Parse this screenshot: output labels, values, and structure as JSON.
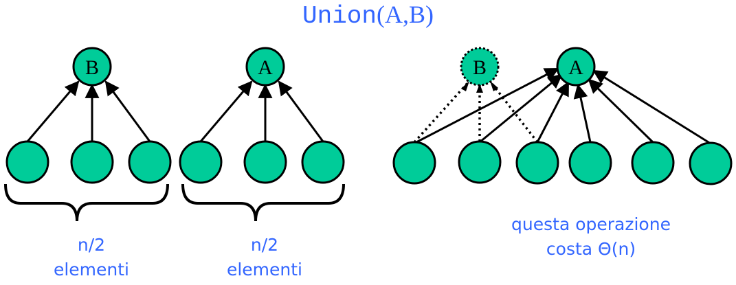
{
  "title": {
    "func": "Union",
    "args": "(A,B)"
  },
  "colors": {
    "node_fill": "#00cc99",
    "stroke": "#000000",
    "text_blue": "#3366ff"
  },
  "left_tree": {
    "root": "B",
    "group_label": "n/2",
    "group_unit": "elementi"
  },
  "middle_tree": {
    "root": "A",
    "group_label": "n/2",
    "group_unit": "elementi"
  },
  "right_tree": {
    "old_root": "B",
    "new_root": "A"
  },
  "cost_note": {
    "line1": "questa operazione",
    "line2": "costa Θ(n)"
  }
}
